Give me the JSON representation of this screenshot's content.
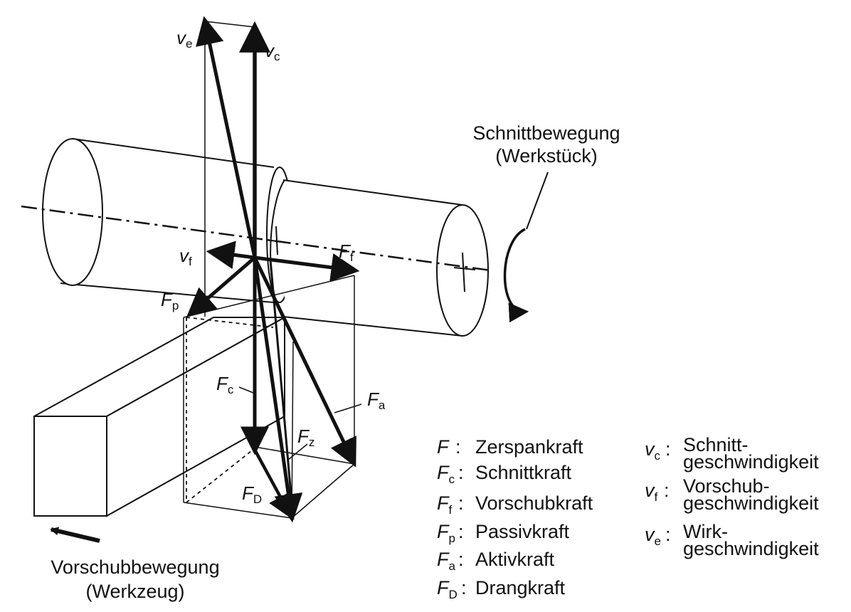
{
  "motion_labels": {
    "cutting_motion": [
      "Schnittbewegung",
      "(Werkstück)"
    ],
    "feed_motion": [
      "Vorschubbewegung",
      "(Werkzeug)"
    ]
  },
  "vector_labels": [
    {
      "id": "ve",
      "symbol": "v",
      "sub": "e"
    },
    {
      "id": "vc",
      "symbol": "v",
      "sub": "c"
    },
    {
      "id": "vf",
      "symbol": "v",
      "sub": "f"
    },
    {
      "id": "Ff",
      "symbol": "F",
      "sub": "f"
    },
    {
      "id": "Fp",
      "symbol": "F",
      "sub": "p"
    },
    {
      "id": "Fc",
      "symbol": "F",
      "sub": "c"
    },
    {
      "id": "Fa",
      "symbol": "F",
      "sub": "a"
    },
    {
      "id": "Fz",
      "symbol": "F",
      "sub": "z"
    },
    {
      "id": "FD",
      "symbol": "F",
      "sub": "D"
    }
  ],
  "legend_forces": [
    {
      "symbol": "F",
      "sub": "",
      "text": "Zerspankraft"
    },
    {
      "symbol": "F",
      "sub": "c",
      "text": "Schnittkraft"
    },
    {
      "symbol": "F",
      "sub": "f",
      "text": "Vorschubkraft"
    },
    {
      "symbol": "F",
      "sub": "p",
      "text": "Passivkraft"
    },
    {
      "symbol": "F",
      "sub": "a",
      "text": "Aktivkraft"
    },
    {
      "symbol": "F",
      "sub": "D",
      "text": "Drangkraft"
    }
  ],
  "legend_velocities": [
    {
      "symbol": "v",
      "sub": "c",
      "lines": [
        "Schnitt-",
        "geschwindigkeit"
      ]
    },
    {
      "symbol": "v",
      "sub": "f",
      "lines": [
        "Vorschub-",
        "geschwindigkeit"
      ]
    },
    {
      "symbol": "v",
      "sub": "e",
      "lines": [
        "Wirk-",
        "geschwindigkeit"
      ]
    }
  ]
}
